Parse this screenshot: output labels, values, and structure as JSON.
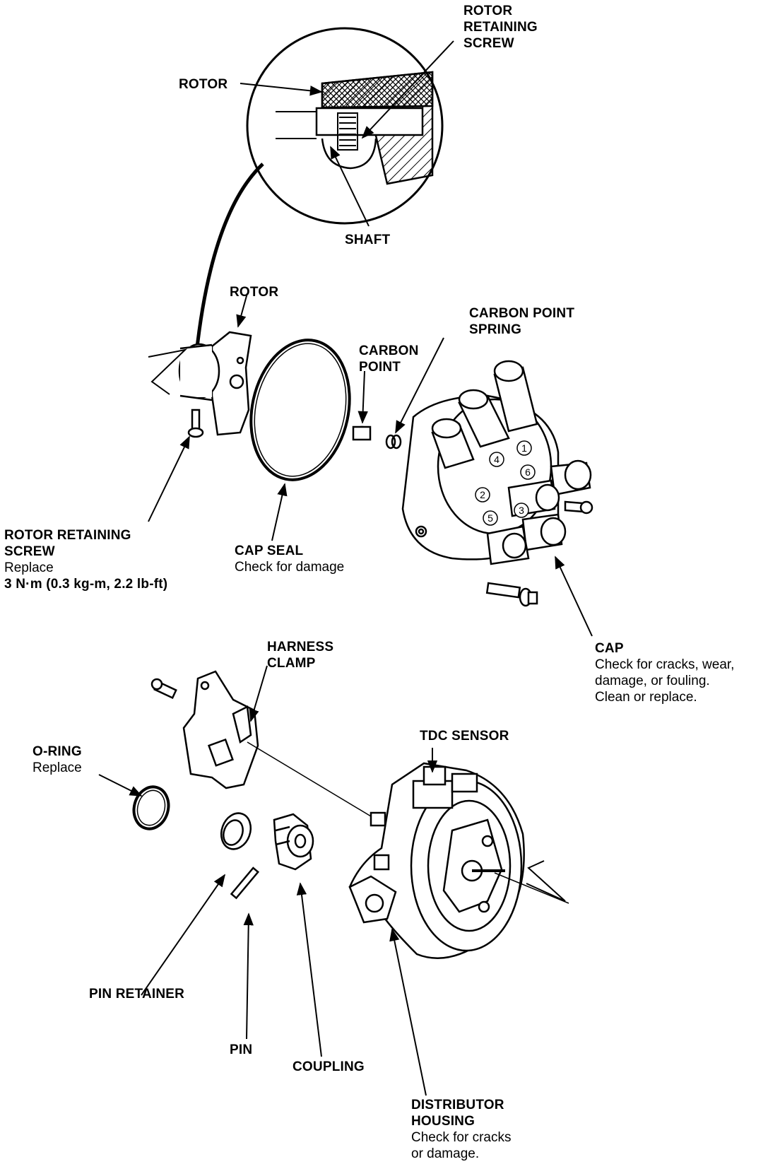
{
  "labels": {
    "rotor_retaining_screw_detail": [
      "ROTOR",
      "RETAINING",
      "SCREW"
    ],
    "rotor_detail": "ROTOR",
    "shaft": "SHAFT",
    "rotor": "ROTOR",
    "carbon_point_spring": [
      "CARBON POINT",
      "SPRING"
    ],
    "carbon_point": [
      "CARBON",
      "POINT"
    ],
    "rotor_retaining_screw": {
      "title": [
        "ROTOR RETAINING",
        "SCREW"
      ],
      "note": "Replace",
      "torque": "3 N·m (0.3 kg-m, 2.2 lb-ft)"
    },
    "cap_seal": {
      "title": "CAP SEAL",
      "note": "Check for damage"
    },
    "cap": {
      "title": "CAP",
      "notes": [
        "Check for cracks, wear,",
        "damage, or fouling.",
        "Clean or replace."
      ]
    },
    "harness_clamp": [
      "HARNESS",
      "CLAMP"
    ],
    "o_ring": {
      "title": "O-RING",
      "note": "Replace"
    },
    "tdc_sensor": "TDC SENSOR",
    "pin_retainer": "PIN RETAINER",
    "pin": "PIN",
    "coupling": "COUPLING",
    "distributor_housing": {
      "title": [
        "DISTRIBUTOR",
        "HOUSING"
      ],
      "notes": [
        "Check for cracks",
        "or damage."
      ]
    }
  },
  "cap_terminal_numbers": [
    "1",
    "2",
    "3",
    "4",
    "5",
    "6"
  ]
}
